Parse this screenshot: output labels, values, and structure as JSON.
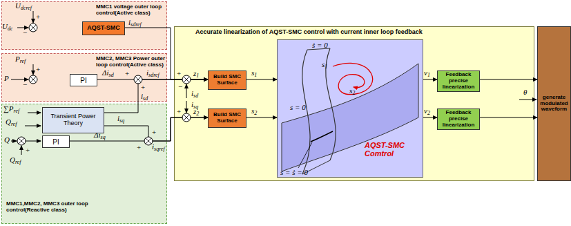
{
  "diagram": {
    "nodes": [
      {
        "text": [
          "MMC1 voltage outer loop control(Active class)"
        ]
      },
      {
        "text": [
          "AQST-SMC"
        ],
        "in": 0
      },
      {
        "text": [
          "MMC2, MMC3 Power outer loop control(Active class)"
        ]
      },
      {
        "text": [
          "PI"
        ],
        "in": 2
      },
      {
        "text": [
          "MMC1,MMC2, MMC3 outer loop control(Reactive class)"
        ]
      },
      {
        "text": [
          "Transient Power Theory"
        ],
        "in": 4
      },
      {
        "text": [
          "PI"
        ],
        "in": 4
      },
      {
        "text": [
          "Accurate linearization of AQST-SMC control with current inner loop feedback"
        ]
      },
      {
        "text": [
          "Build SMC Surface"
        ],
        "in": 7
      },
      {
        "text": [
          "Build SMC Surface"
        ],
        "in": 7
      },
      {
        "text": [
          "AQST-SMC Comtrol"
        ],
        "in": 7
      },
      {
        "text": [
          "Feedback precise linearization"
        ],
        "in": 7
      },
      {
        "text": [
          "Feedback precise linearization"
        ],
        "in": 7
      },
      {
        "text": [
          "generate modulated waveform"
        ]
      }
    ],
    "edges": [
      {
        "from": 1,
        "to": 8,
        "arrow": "to"
      },
      {
        "from": 3,
        "to": 8,
        "arrow": "to"
      },
      {
        "from": 5,
        "to": 8,
        "arrow": "to"
      },
      {
        "from": 6,
        "to": 9,
        "arrow": "to"
      },
      {
        "from": 5,
        "to": 9,
        "arrow": "to"
      },
      {
        "from": 8,
        "to": 10,
        "arrow": "to"
      },
      {
        "from": 9,
        "to": 10,
        "arrow": "to"
      },
      {
        "from": 10,
        "to": 11,
        "arrow": "to"
      },
      {
        "from": 10,
        "to": 12,
        "arrow": "to"
      },
      {
        "from": 11,
        "to": 13,
        "arrow": "to"
      },
      {
        "from": 12,
        "to": 13,
        "arrow": "to"
      }
    ],
    "labels": [
      "Udcref",
      "+",
      "Udc",
      "−",
      "isdref",
      "Pref",
      "+",
      "P",
      "−",
      "Δisd",
      "+",
      "+",
      "isdref",
      "isd",
      "∑Pref",
      "Qref",
      "Q",
      "Qref",
      "+",
      "isq",
      "Δisq",
      "+",
      "+",
      "isqref",
      "+",
      "−",
      "isd",
      "z1",
      "s1",
      "isq",
      "+",
      "z2",
      "s2",
      "ṡ = 0",
      "s1",
      "s2",
      "s = 0",
      "s = ṡ = 0",
      "ν1",
      "ν2",
      "θ"
    ]
  }
}
